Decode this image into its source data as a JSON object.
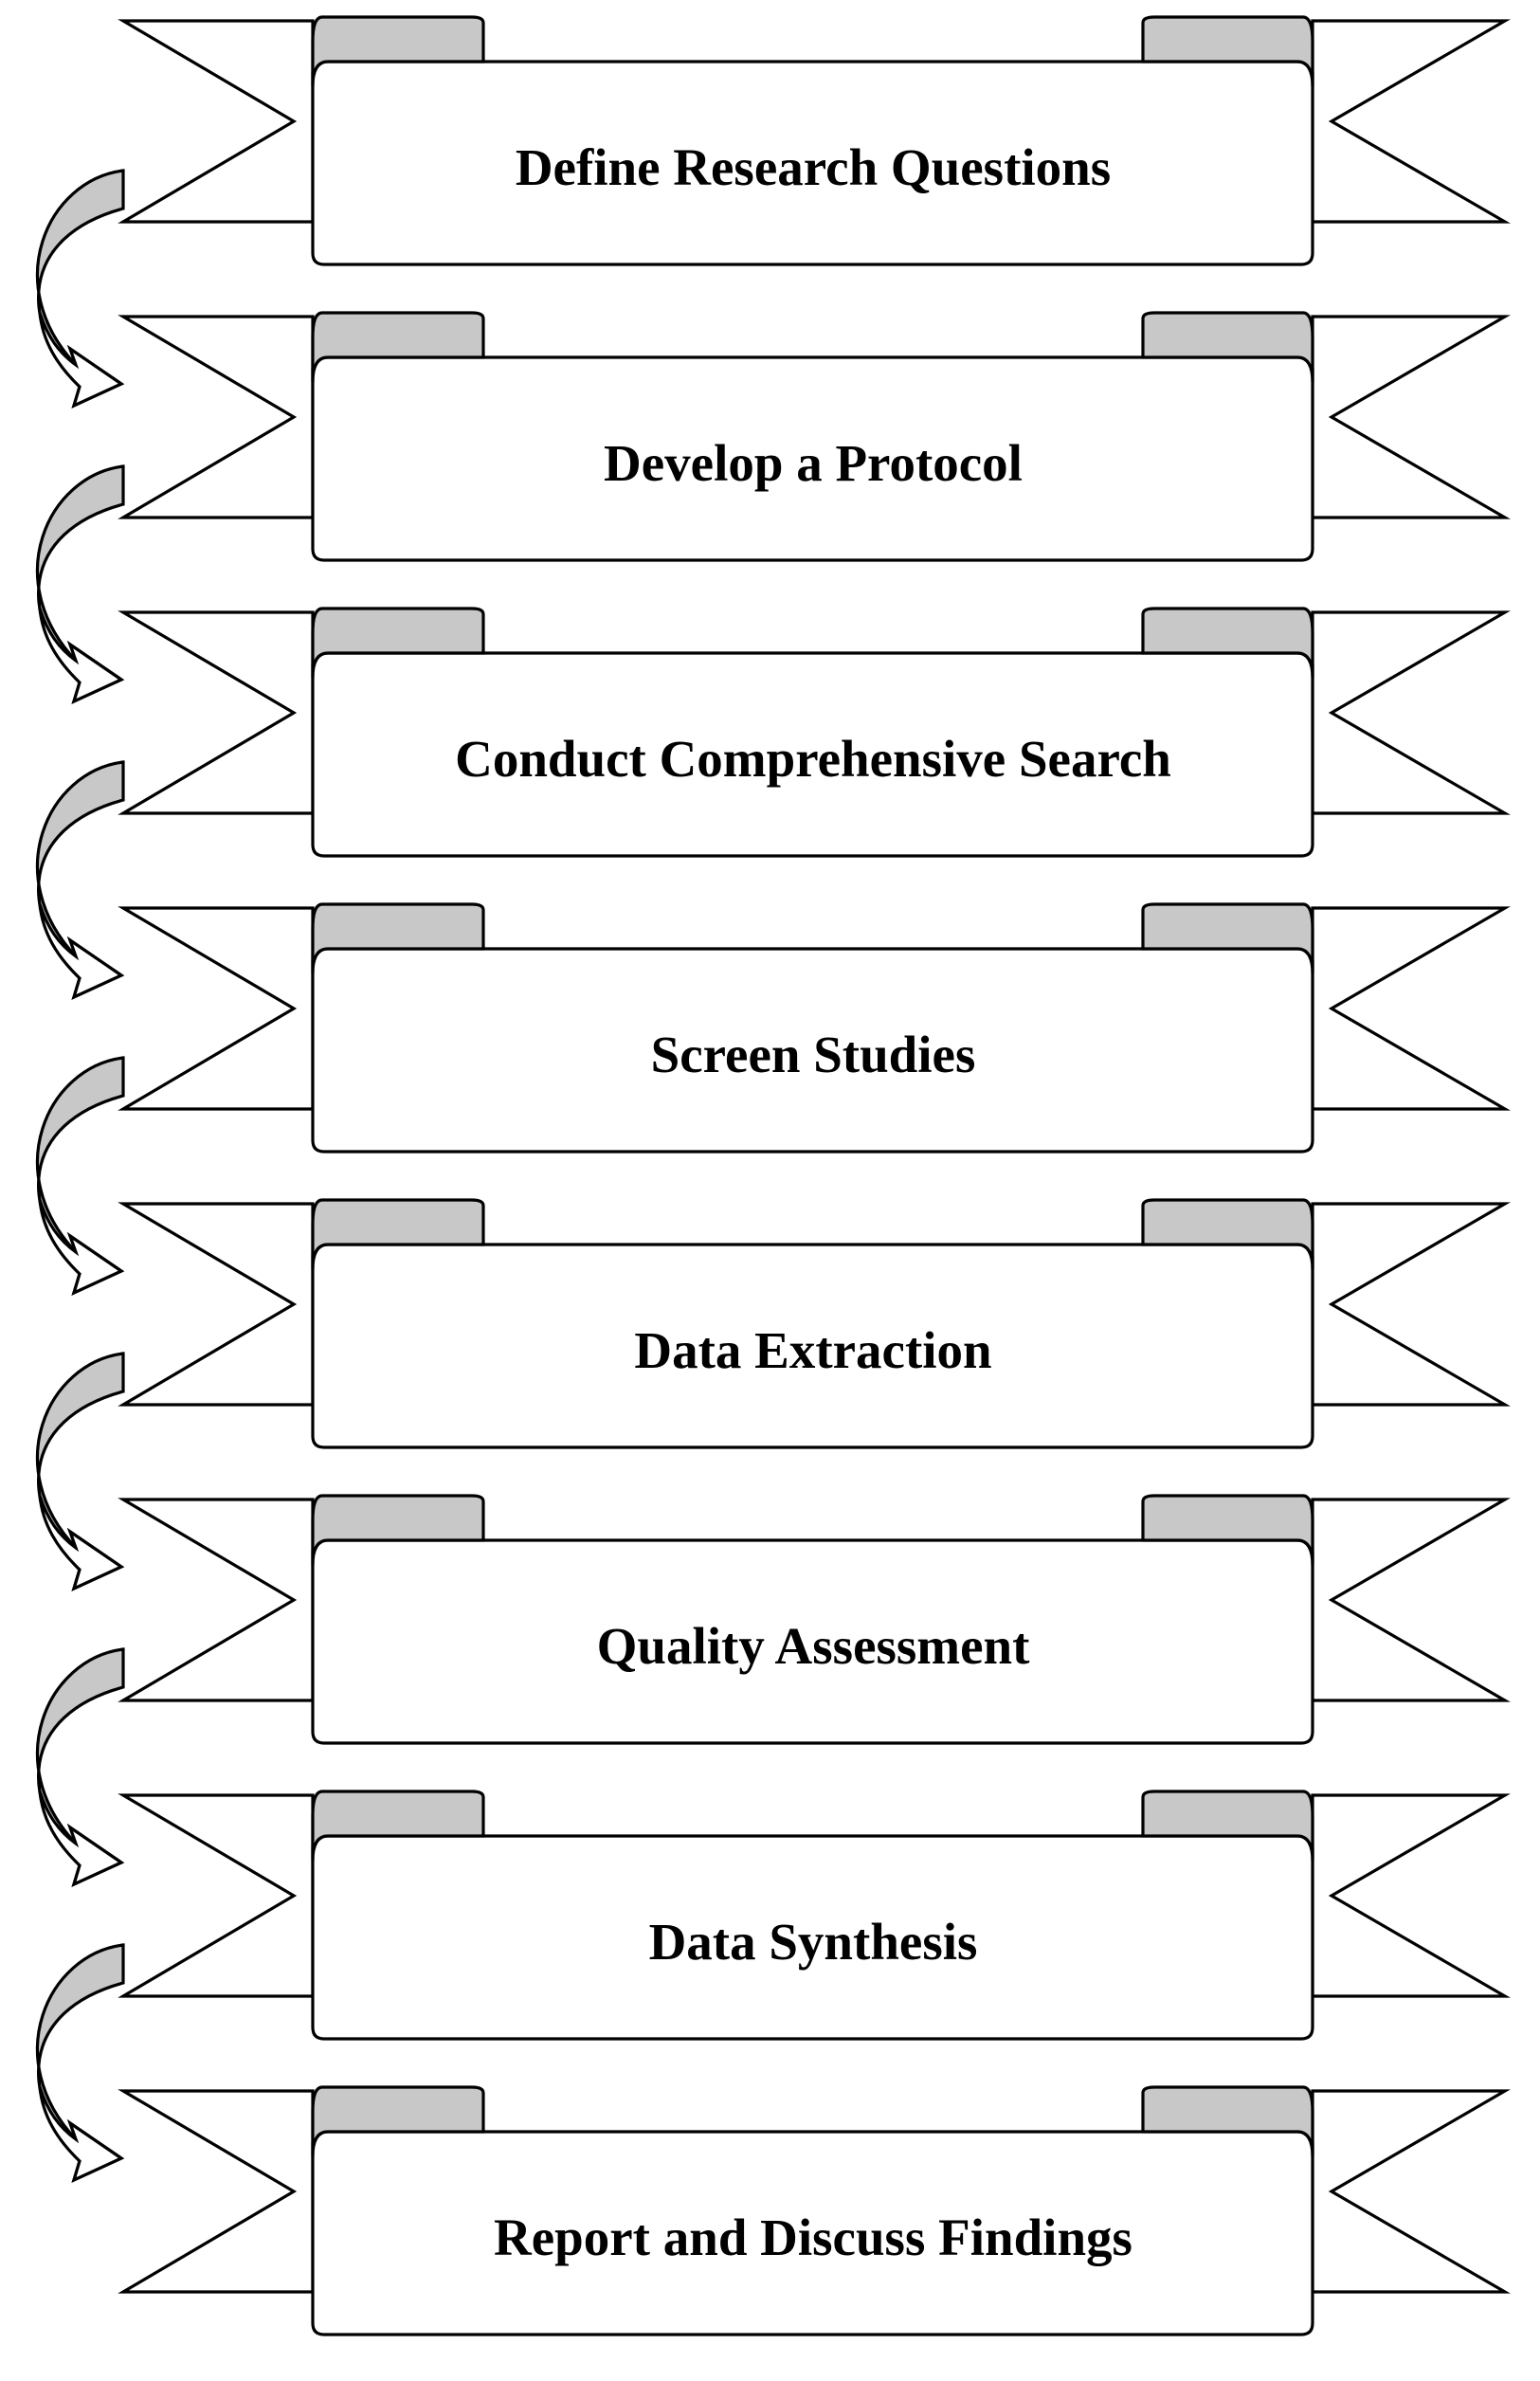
{
  "steps": [
    {
      "label": "Define Research Questions"
    },
    {
      "label": "Develop a Protocol"
    },
    {
      "label": "Conduct Comprehensive Search"
    },
    {
      "label": "Screen Studies"
    },
    {
      "label": "Data Extraction"
    },
    {
      "label": "Quality Assessment"
    },
    {
      "label": "Data Synthesis"
    },
    {
      "label": "Report and Discuss Findings"
    }
  ],
  "colors": {
    "ribbon_fill": "#ffffff",
    "fold_fill": "#c8c8c8",
    "stroke": "#000000",
    "text": "#000000"
  },
  "icons": {
    "banner": "scroll-ribbon-banner",
    "connector": "curved-arrow-icon"
  }
}
